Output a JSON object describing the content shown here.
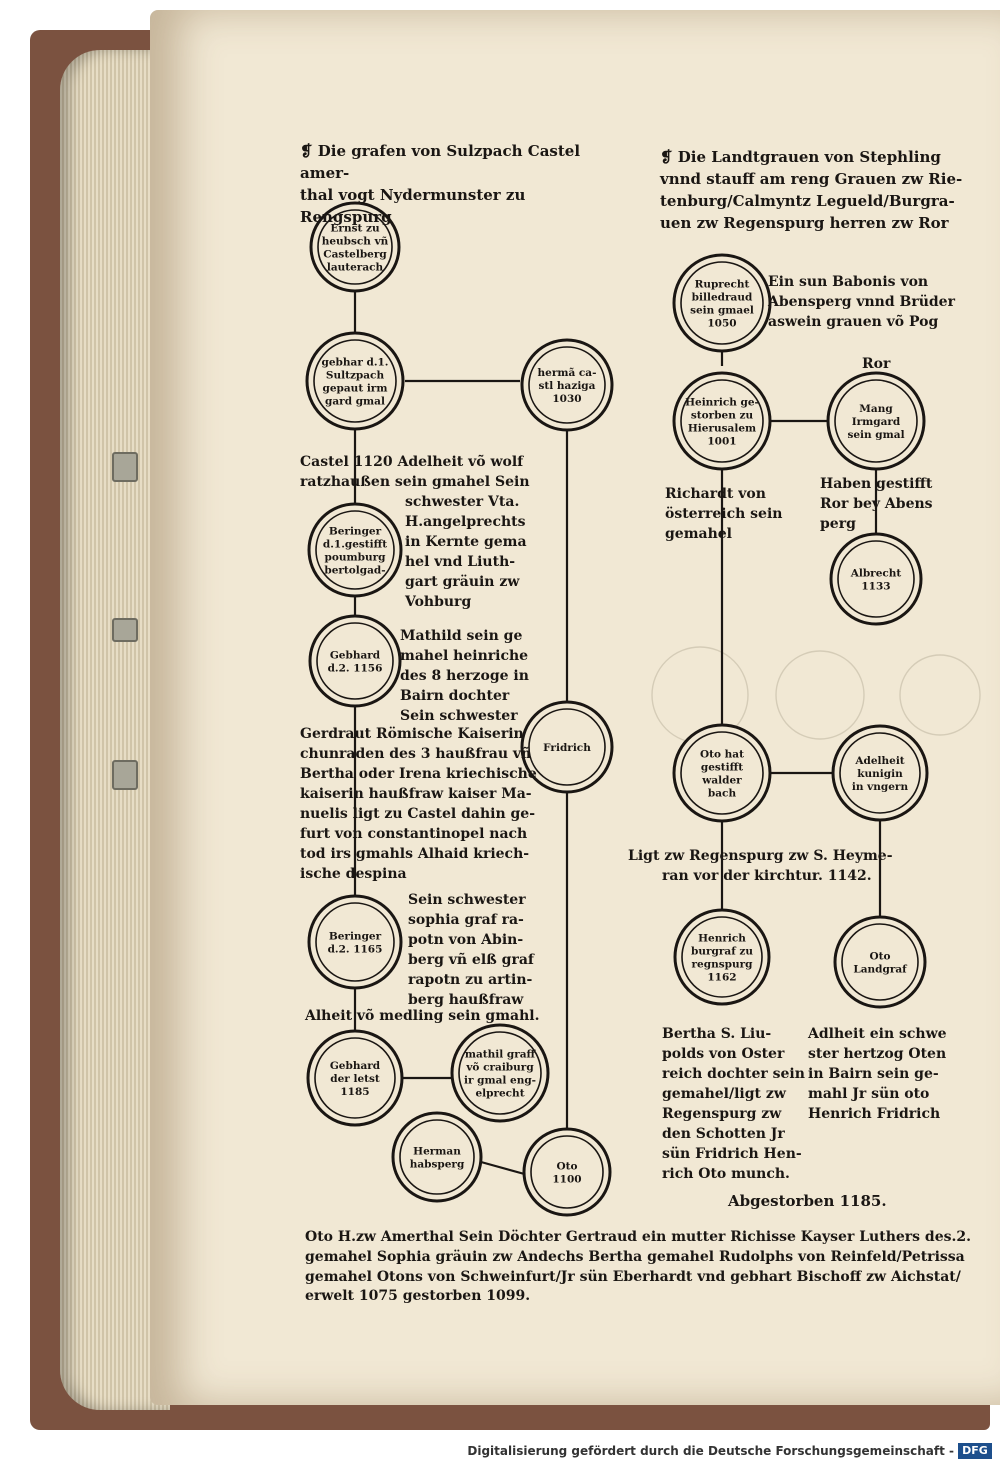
{
  "headings": {
    "left": [
      "❡ Die grafen von Sulzpach Castel amer-",
      "thal vogt Nydermunster zu Rengspurg"
    ],
    "right": [
      "❡ Die Landtgrauen von Stephling",
      "vnnd stauff am reng Grauen zw Rie-",
      "tenburg/Calmyntz Legueld/Burgra-",
      "uen zw Regenspurg herren zw Ror"
    ]
  },
  "nodes": [
    {
      "id": "ernst",
      "lines": [
        "Ernst zu",
        "heubsch vñ",
        "Castelberg",
        "lauterach"
      ]
    },
    {
      "id": "gebhard1",
      "lines": [
        "gebhar d.1.",
        "Sultzpach",
        "gepaut irm",
        "gard gmal"
      ]
    },
    {
      "id": "herman",
      "lines": [
        "hermã ca-",
        "stl haziga",
        "1030"
      ]
    },
    {
      "id": "beringer1",
      "lines": [
        "Beringer",
        "d.1.gestifft",
        "poumburg",
        "bertolgad-"
      ]
    },
    {
      "id": "gebhard2",
      "lines": [
        "Gebhard",
        "d.2. 1156"
      ]
    },
    {
      "id": "fridrich",
      "lines": [
        "Fridrich"
      ]
    },
    {
      "id": "beringer2",
      "lines": [
        "Beringer",
        "d.2. 1165"
      ]
    },
    {
      "id": "gebhard3",
      "lines": [
        "Gebhard",
        "der letst",
        "1185"
      ]
    },
    {
      "id": "mathil",
      "lines": [
        "mathil graff",
        "võ craiburg",
        "ir gmal eng-",
        "elprecht"
      ]
    },
    {
      "id": "hermanh",
      "lines": [
        "Herman",
        "habsperg"
      ]
    },
    {
      "id": "oto1100",
      "lines": [
        "Oto",
        "1100"
      ]
    },
    {
      "id": "ruprecht",
      "lines": [
        "Ruprecht",
        "billedraud",
        "sein gmael",
        "1050"
      ]
    },
    {
      "id": "heinrich",
      "lines": [
        "Heinrich ge-",
        "storben zu",
        "Hierusalem",
        "1001"
      ]
    },
    {
      "id": "mang",
      "lines": [
        "Mang",
        "Irmgard",
        "sein gmal"
      ]
    },
    {
      "id": "albrecht",
      "lines": [
        "Albrecht",
        "1133"
      ]
    },
    {
      "id": "oto_walder",
      "lines": [
        "Oto hat",
        "gestifft",
        "walder",
        "bach"
      ]
    },
    {
      "id": "adelheit",
      "lines": [
        "Adelheit",
        "kunigin",
        "in vngern"
      ]
    },
    {
      "id": "henrich_burg",
      "lines": [
        "Henrich",
        "burgraf zu",
        "regnspurg",
        "1162"
      ]
    },
    {
      "id": "oto_land",
      "lines": [
        "Oto",
        "Landgraf"
      ]
    }
  ],
  "captions": {
    "castel": [
      "Castel 1120 Adelheit võ wolf",
      "ratzhaußen sein gmahel Sein"
    ],
    "vta": [
      "schwester Vta.",
      "H.angelprechts",
      "in Kernte gema",
      "hel vnd Liuth-",
      "gart gräuin zw",
      "Vohburg"
    ],
    "mathild": [
      "Mathild sein ge",
      "mahel heinriche",
      "des 8 herzoge in",
      "Bairn dochter",
      "Sein schwester"
    ],
    "gerdraut": [
      "Gerdraut Römische Kaiserin",
      "chunraden des 3 haußfrau vñ",
      "Bertha oder Irena kriechische",
      "kaiserin haußfraw kaiser Ma-",
      "nuelis ligt zu Castel dahin ge-",
      "furt von constantinopel nach",
      "tod irs gmahls Alhaid kriech-",
      "ische despina"
    ],
    "sophia": [
      "Sein schwester",
      "sophia graf ra-",
      "potn von Abin-",
      "berg vñ elß graf",
      "rapotn zu artin-",
      "berg haußfraw"
    ],
    "alheit": [
      "Alheit võ medling sein gmahl."
    ],
    "babonis": [
      "Ein sun Babonis von",
      "Abensperg vnnd Brüder",
      "aswein grauen võ Pog"
    ],
    "ror": [
      "Ror"
    ],
    "haben": [
      "Haben gestifft",
      "Ror bey Abens",
      "perg"
    ],
    "richardt": [
      "Richardt von",
      "österreich sein",
      "gemahel"
    ],
    "ligt": [
      "Ligt zw Regenspurg zw S. Heyme-",
      "ran vor der kirchtur. 1142."
    ],
    "bertha": [
      "Bertha S. Liu-",
      "polds von Oster",
      "reich dochter sein",
      "gemahel/ligt zw",
      "Regenspurg zw",
      "den Schotten Jr",
      "sün Fridrich Hen-",
      "rich Oto munch."
    ],
    "adlheit_schwe": [
      "Adlheit ein schwe",
      "ster hertzog Oten",
      "in Bairn sein ge-",
      "mahl Jr sün oto",
      "Henrich Fridrich"
    ]
  },
  "deathline": "Abgestorben 1185.",
  "footer": [
    "Oto H.zw Amerthal Sein Döchter Gertraud ein mutter Richisse Kayser Luthers des.2.",
    "gemahel Sophia gräuin zw Andechs Bertha gemahel Rudolphs von Reinfeld/Petrissa",
    "gemahel Otons von Schweinfurt/Jr sün Eberhardt vnd gebhart Bischoff zw Aichstat/",
    "erwelt 1075 gestorben 1099."
  ],
  "dfg_notice": "Digitalisierung gefördert durch die Deutsche Forschungsgemeinschaft -",
  "dfg_logo": "DFG",
  "colors": {
    "ink": "#1a1613",
    "paper": "#f1e8d4",
    "cover": "#7b5240"
  }
}
